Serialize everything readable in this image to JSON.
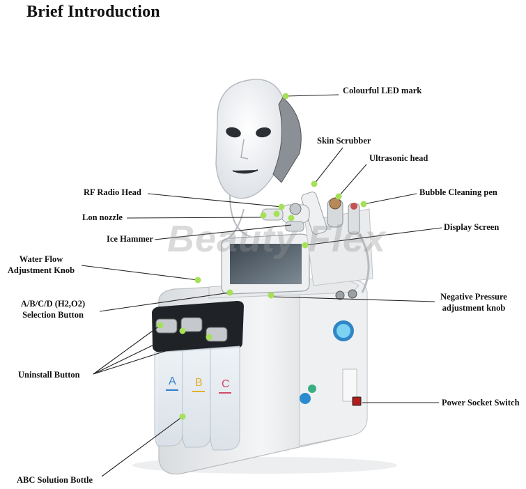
{
  "title": "Brief Introduction",
  "watermark": "Beauty Flex",
  "bottle_letters": [
    "A",
    "B",
    "C"
  ],
  "dot_color": "#a6e05a",
  "labels": {
    "led_mask": "Colourful LED mark",
    "skin_scrubber": "Skin Scrubber",
    "ultrasonic_head": "Ultrasonic head",
    "rf_radio_head": "RF Radio Head",
    "bubble_pen": "Bubble Cleaning pen",
    "ion_nozzle": "Lon nozzle",
    "display_screen": "Display Screen",
    "ice_hammer": "Ice Hammer",
    "water_flow_1": "Water Flow",
    "water_flow_2": "Adjustment Knob",
    "selection_1": "A/B/C/D (H2,O2)",
    "selection_2": "Selection Button",
    "negative_pressure_1": "Negative Pressure",
    "negative_pressure_2": "adjustment knob",
    "uninstall": "Uninstall Button",
    "power_socket": "Power Socket Switch",
    "abc_bottle": "ABC Solution Bottle"
  }
}
